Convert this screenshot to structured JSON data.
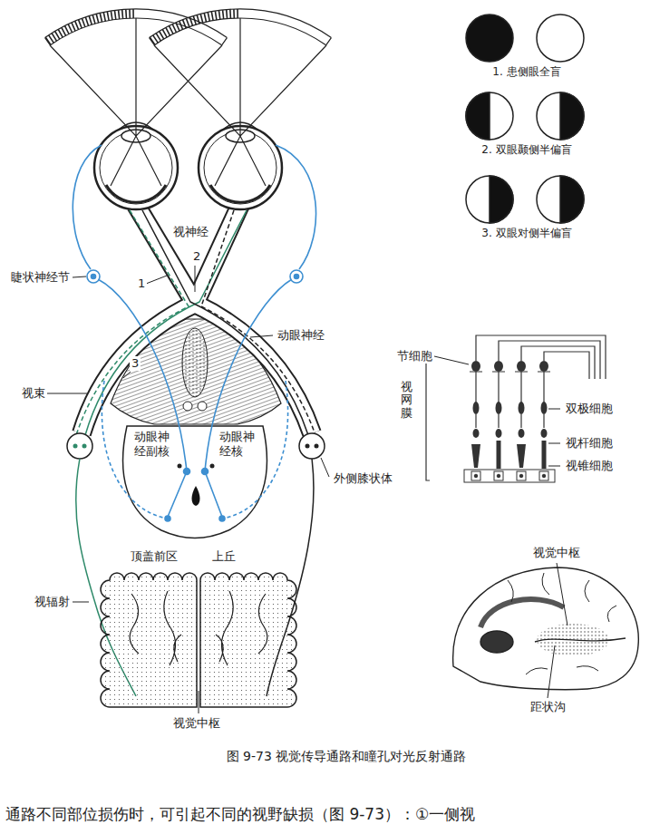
{
  "diagram": {
    "caption": "图 9-73 视觉传导通路和瞳孔对光反射通路",
    "labels": [
      "视神经",
      "1",
      "2",
      "睫状神经节",
      "动眼神经",
      "3",
      "视束",
      "动眼神经副核",
      "动眼神经核",
      "外侧膝状体",
      "顶盖前区",
      "上丘",
      "视辐射",
      "视觉中枢",
      "节细胞",
      "视网膜",
      "双极细胞",
      "视杆细胞",
      "视锥细胞",
      "视觉中枢",
      "距状沟",
      "通路不同部位损伤时，可引起不同的视野缺损（图 9-73）：①一侧视"
    ],
    "legend": [
      {
        "text": "1. 患侧眼全盲"
      },
      {
        "text": "2. 双眼颞侧半偏盲"
      },
      {
        "text": "3. 双眼对侧半偏盲"
      }
    ]
  }
}
